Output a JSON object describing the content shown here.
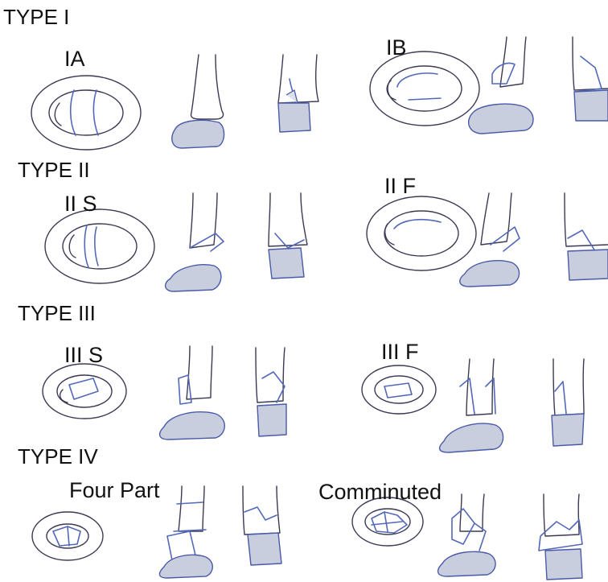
{
  "sections": [
    {
      "title": "TYPE I",
      "panels": [
        "IA",
        "IB"
      ]
    },
    {
      "title": "TYPE II",
      "panels": [
        "II S",
        "II F"
      ]
    },
    {
      "title": "TYPE III",
      "panels": [
        "III S",
        "III F"
      ]
    },
    {
      "title": "TYPE IV",
      "panels": [
        "Four Part",
        "Comminuted"
      ]
    }
  ]
}
